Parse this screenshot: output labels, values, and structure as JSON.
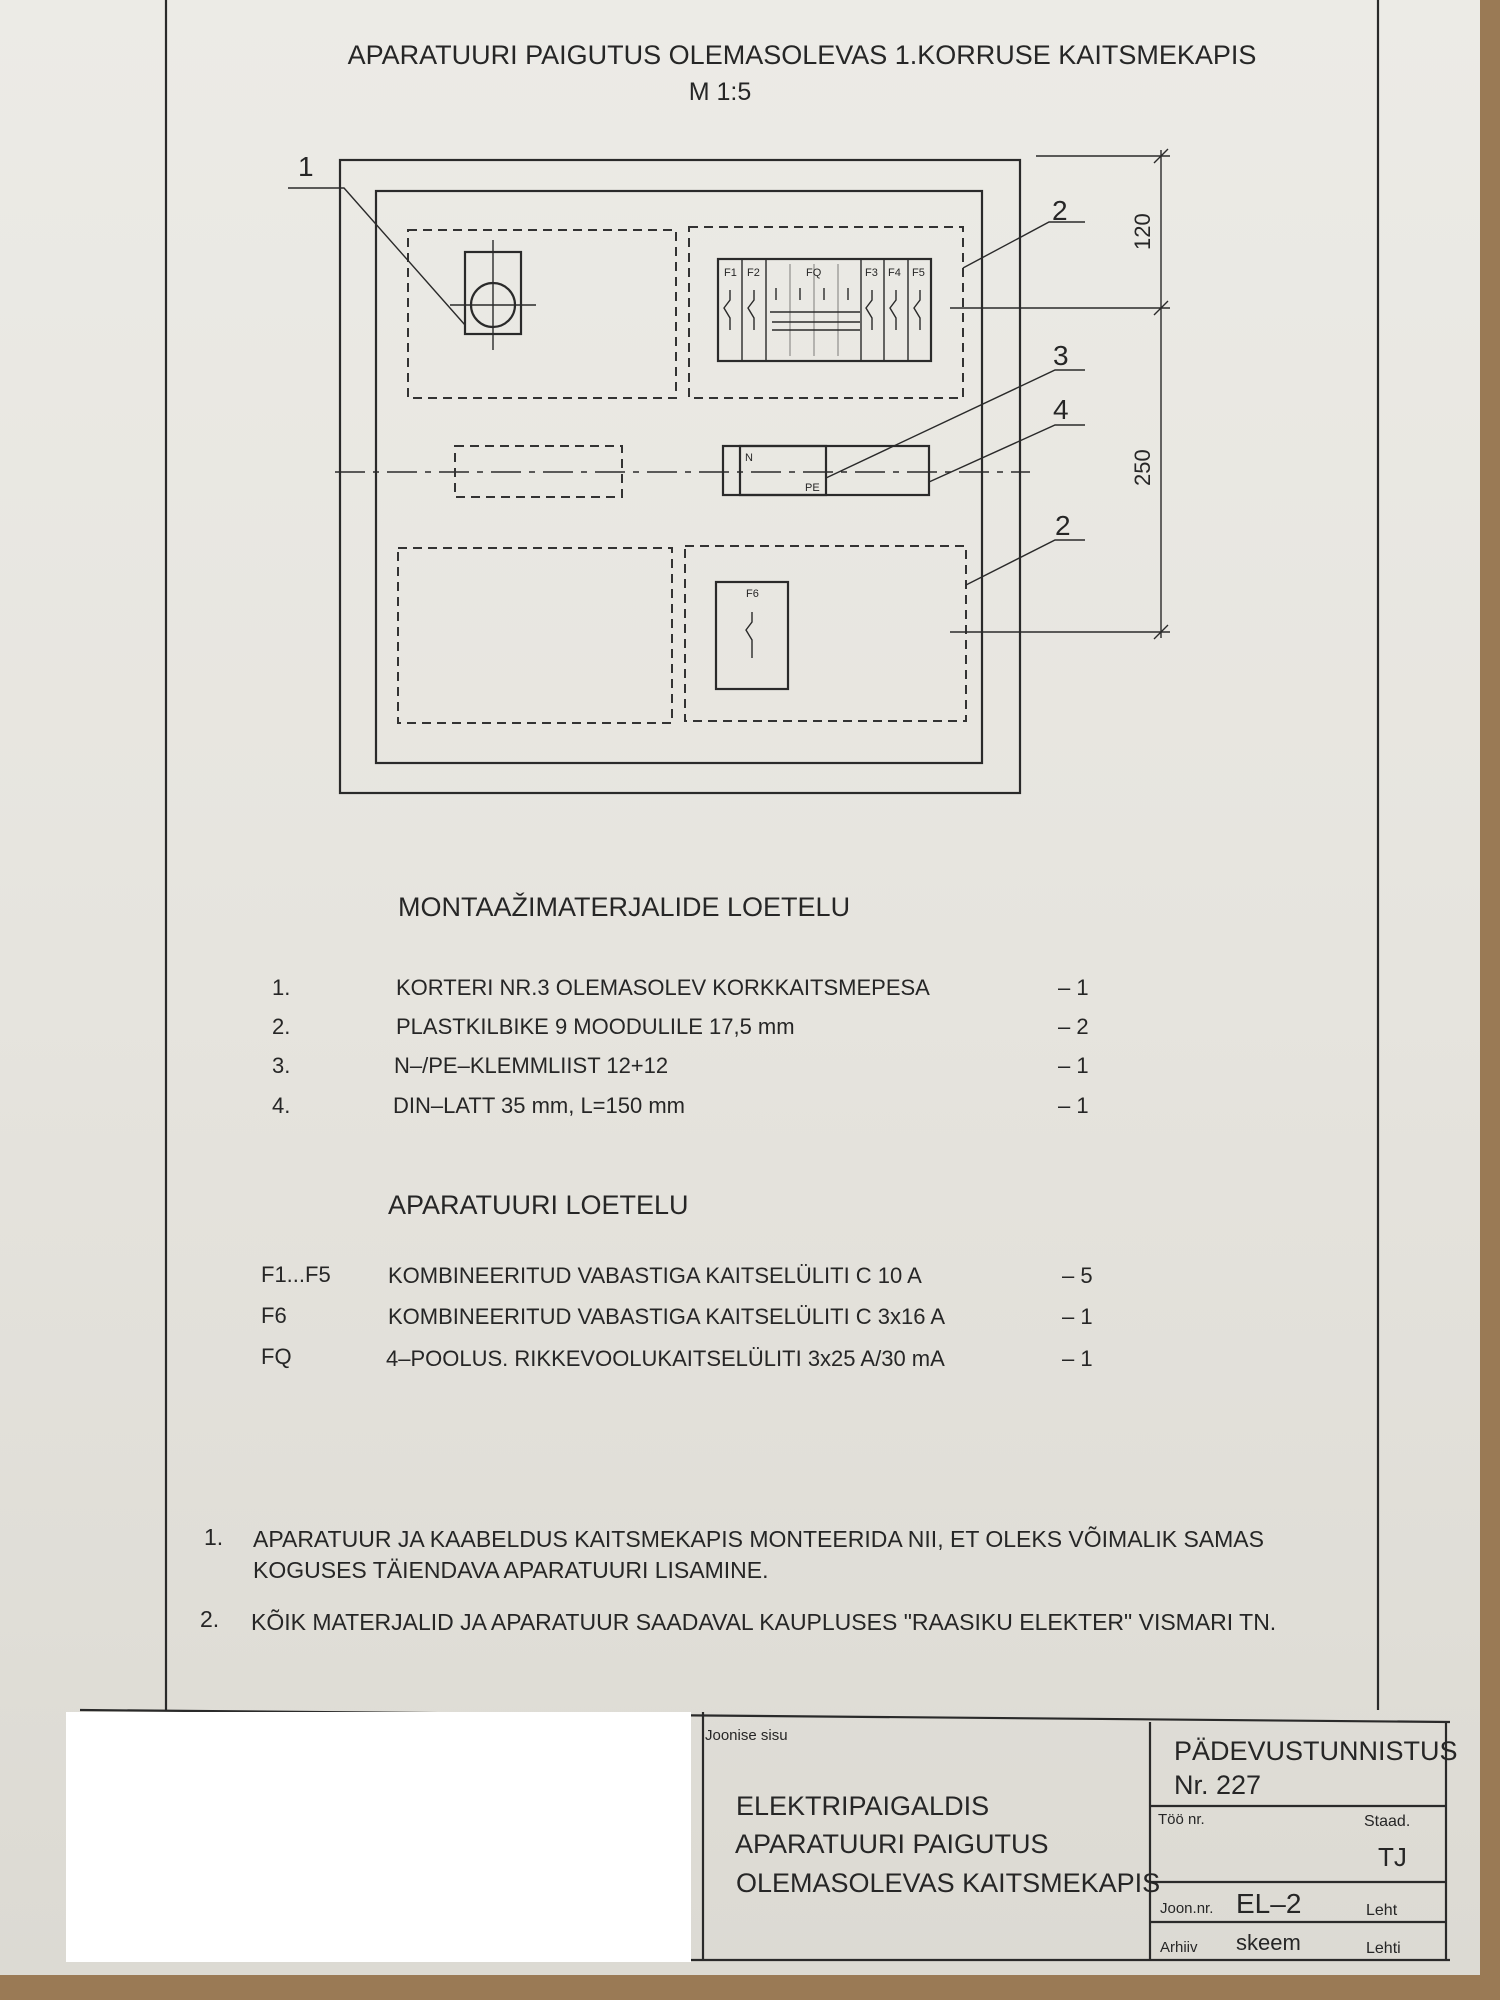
{
  "drawing": {
    "title": "APARATUURI PAIGUTUS OLEMASOLEVAS 1.KORRUSE KAITSMEKAPIS",
    "scale": "M 1:5",
    "callouts": [
      "1",
      "2",
      "3",
      "4",
      "2"
    ],
    "dimensions": [
      "120",
      "250"
    ],
    "module_labels": [
      "F1",
      "F2",
      "FQ",
      "F3",
      "F4",
      "F5"
    ],
    "terminal_labels": [
      "N",
      "PE"
    ],
    "f6_label": "F6"
  },
  "materials": {
    "heading": "MONTAAŽIMATERJALIDE LOETELU",
    "items": [
      {
        "no": "1.",
        "text": "KORTERI NR.3 OLEMASOLEV KORKKAITSMEPESA",
        "qty": "– 1"
      },
      {
        "no": "2.",
        "text": "PLASTKILBIKE 9 MOODULILE 17,5 mm",
        "qty": "– 2"
      },
      {
        "no": "3.",
        "text": "N–/PE–KLEMMLIIST 12+12",
        "qty": "– 1"
      },
      {
        "no": "4.",
        "text": "DIN–LATT 35 mm, L=150 mm",
        "qty": "– 1"
      }
    ]
  },
  "equipment": {
    "heading": "APARATUURI LOETELU",
    "items": [
      {
        "code": "F1...F5",
        "text": "KOMBINEERITUD VABASTIGA KAITSELÜLITI C 10 A",
        "qty": "– 5"
      },
      {
        "code": "F6",
        "text": "KOMBINEERITUD VABASTIGA KAITSELÜLITI C 3x16 A",
        "qty": "– 1"
      },
      {
        "code": "FQ",
        "text": "4–POOLUS. RIKKEVOOLUKAITSELÜLITI 3x25 A/30 mA",
        "qty": "– 1"
      }
    ]
  },
  "notes": [
    {
      "no": "1.",
      "lines": [
        "APARATUUR JA KAABELDUS KAITSMEKAPIS MONTEERIDA NII, ET OLEKS VÕIMALIK SAMAS",
        "KOGUSES TÄIENDAVA APARATUURI LISAMINE."
      ]
    },
    {
      "no": "2.",
      "lines": [
        "KÕIK MATERJALID JA APARATUUR SAADAVAL KAUPLUSES \"RAASIKU ELEKTER\" VISMARI TN."
      ]
    }
  ],
  "title_block": {
    "content_label": "Joonise sisu",
    "content_lines": [
      "ELEKTRIPAIGALDIS",
      "APARATUURI PAIGUTUS",
      "OLEMASOLEVAS KAITSMEKAPIS"
    ],
    "certificate": "PÄDEVUSTUNNISTUS",
    "certificate_nr": "Nr. 227",
    "work_nr_label": "Töö nr.",
    "stage_label": "Staad.",
    "stage_value": "TJ",
    "drawing_nr_label": "Joon.nr.",
    "drawing_nr": "EL–2",
    "sheet_label": "Leht",
    "archive_label": "Arhiiv",
    "archive_value": "skeem",
    "sheets_label": "Lehti"
  }
}
